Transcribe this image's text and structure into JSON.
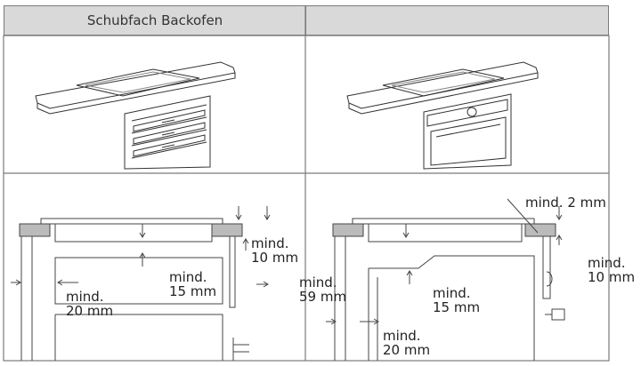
{
  "table": {
    "headers": [
      "Schubfach Backofen",
      ""
    ]
  },
  "left_diagram": {
    "label_10mm": [
      "mind.",
      "10 mm"
    ],
    "label_15mm": [
      "mind.",
      "15 mm"
    ],
    "label_20mm": [
      "mind.",
      "20 mm"
    ]
  },
  "right_diagram": {
    "label_2mm": "mind. 2 mm",
    "label_59mm": [
      "mind.",
      "59 mm"
    ],
    "label_15mm": [
      "mind.",
      "15 mm"
    ],
    "label_10mm": [
      "mind.",
      "10 mm"
    ],
    "label_20mm": [
      "mind.",
      "20 mm"
    ]
  }
}
